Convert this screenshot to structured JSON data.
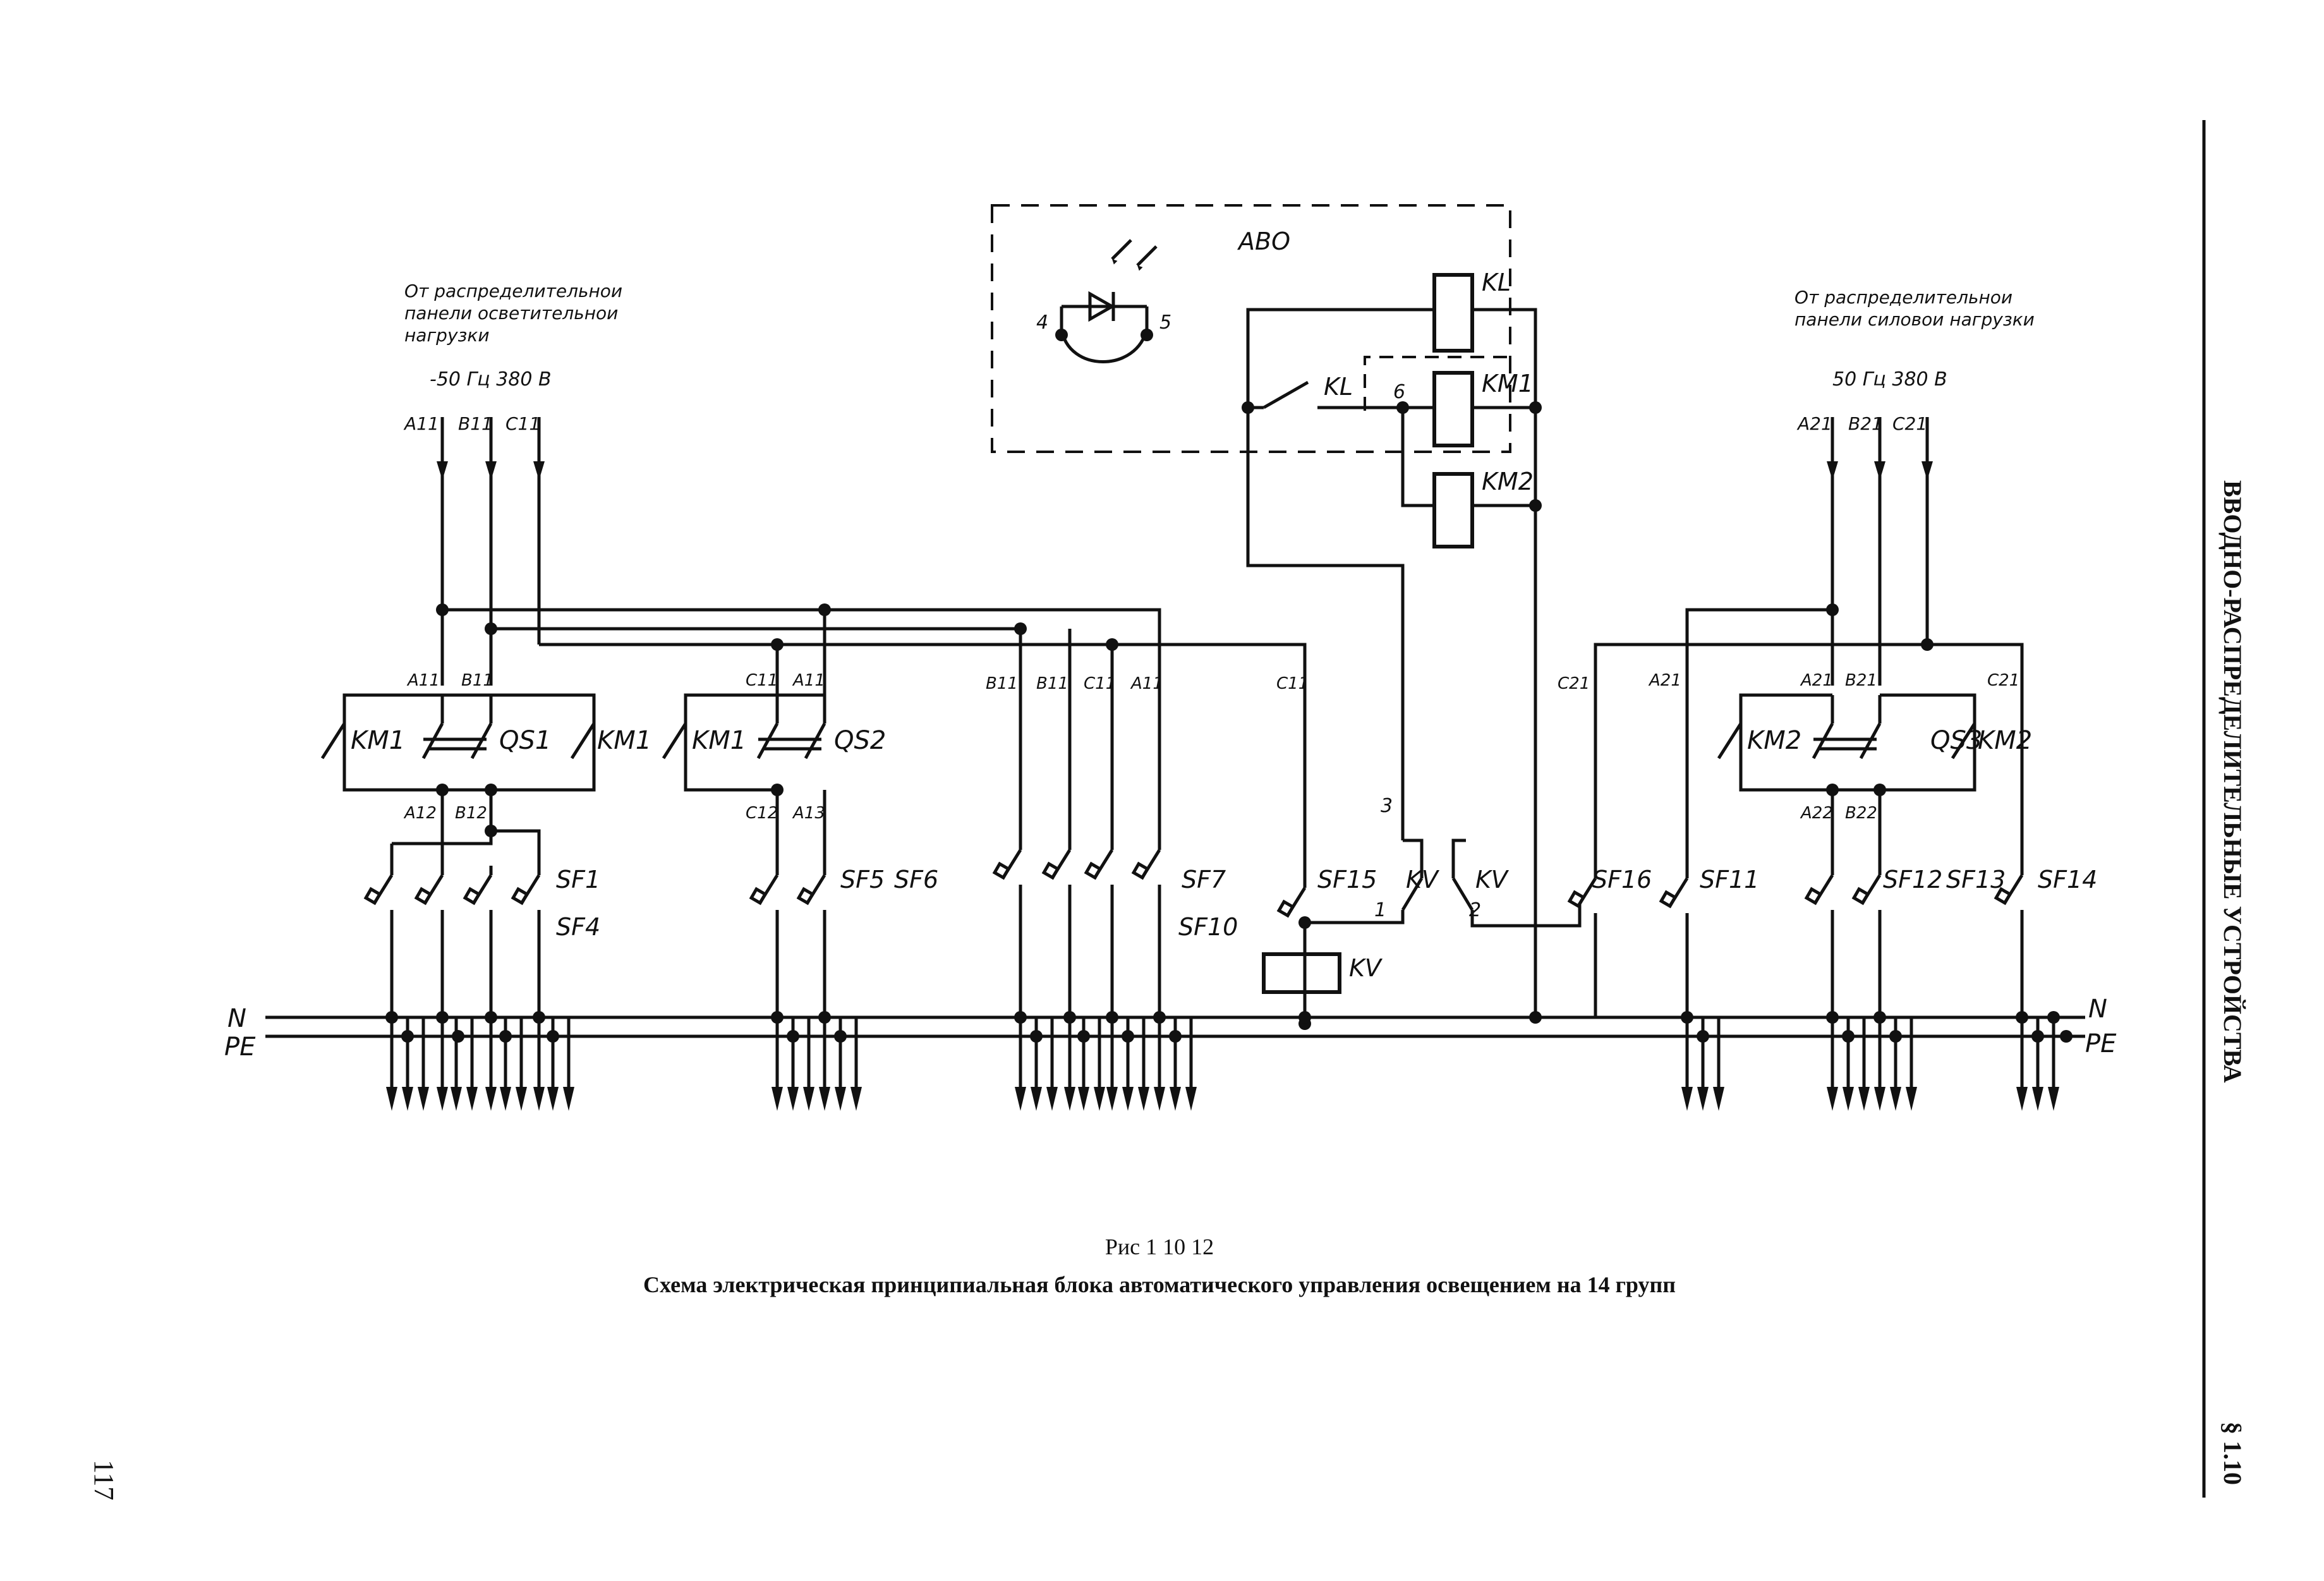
{
  "page_number": "117",
  "side_title": "ВВОДНО-РАСПРЕДЕЛИТЕЛЬНЫЕ УСТРОЙСТВА",
  "section_number": "§ 1.10",
  "caption": {
    "figure": "Рис 1 10 12",
    "title": "Схема электрическая принципиальная блока автоматического управления освещением на 14 групп"
  },
  "sources": {
    "left_note": [
      "От распределительнои",
      "панели осветительнои",
      "нагрузки"
    ],
    "left_supply": "-50 Гц 380 В",
    "right_note": [
      "От распределительнои",
      "панели силовои нагрузки"
    ],
    "right_supply": "50 Гц 380 В"
  },
  "labels": {
    "abo": "АВО",
    "kl": "KL",
    "km1": "KM1",
    "km2": "KM2",
    "kv": "KV",
    "n": "N",
    "pe": "PE",
    "qs1": "QS1",
    "qs2": "QS2",
    "qs3": "QS3",
    "a11": "A11",
    "b11": "B11",
    "c11": "C11",
    "a12": "A12",
    "b12": "B12",
    "c12": "C12",
    "a13": "A13",
    "a21": "A21",
    "b21": "B21",
    "c21": "C21",
    "a22": "A22",
    "b22": "B22",
    "sf1": "SF1",
    "sf4": "SF4",
    "sf5": "SF5",
    "sf6": "SF6",
    "sf7": "SF7",
    "sf10": "SF10",
    "sf11": "SF11",
    "sf12": "SF12",
    "sf13": "SF13",
    "sf14": "SF14",
    "sf15": "SF15",
    "sf16": "SF16",
    "t1": "1",
    "t2": "2",
    "t3": "3",
    "t4": "4",
    "t5": "5",
    "t6": "6"
  }
}
